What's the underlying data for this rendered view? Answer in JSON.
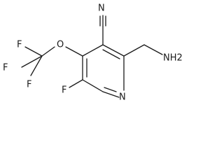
{
  "molecule": {
    "atoms": {
      "nitrile_n": "N",
      "amine": "NH2",
      "ring_n": "N",
      "fluoro": "F",
      "ether_o": "O",
      "cf3_f_top": "F",
      "cf3_f_left": "F",
      "cf3_f_bottom": "F"
    }
  }
}
